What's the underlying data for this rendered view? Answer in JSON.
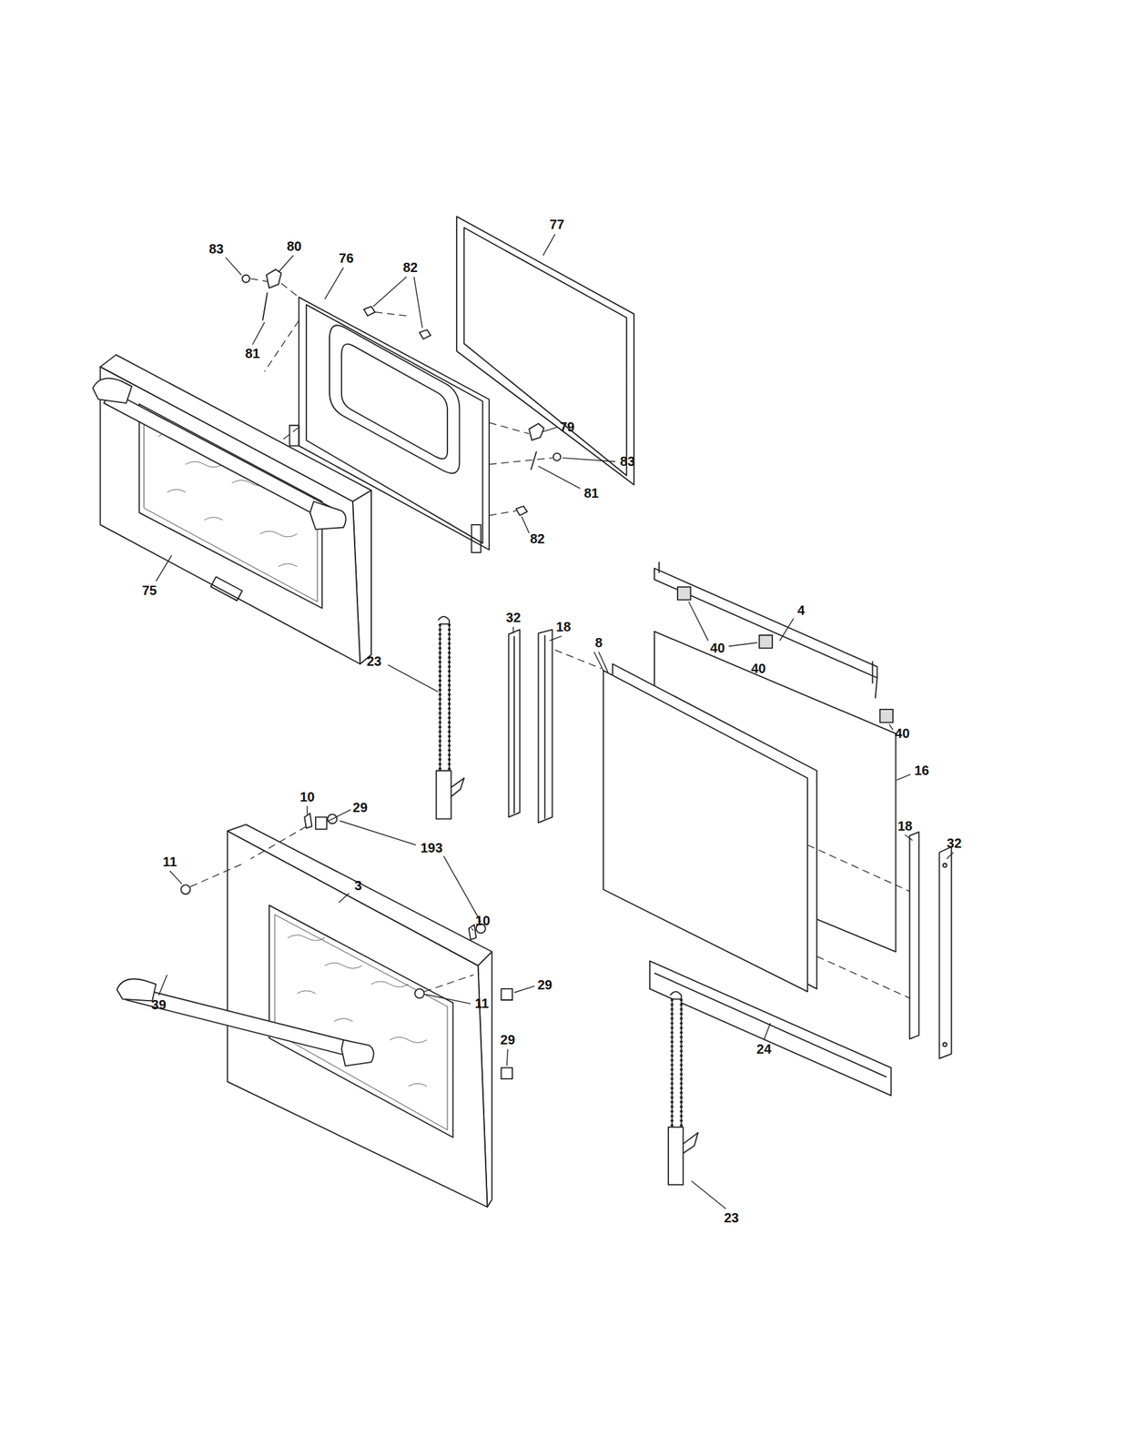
{
  "diagram": {
    "labels": [
      "77",
      "83",
      "80",
      "76",
      "82",
      "81",
      "79",
      "83",
      "81",
      "82",
      "75",
      "4",
      "32",
      "18",
      "8",
      "40",
      "23",
      "40",
      "40",
      "16",
      "10",
      "29",
      "193",
      "11",
      "3",
      "18",
      "32",
      "10",
      "29",
      "39",
      "11",
      "29",
      "24",
      "23"
    ]
  }
}
